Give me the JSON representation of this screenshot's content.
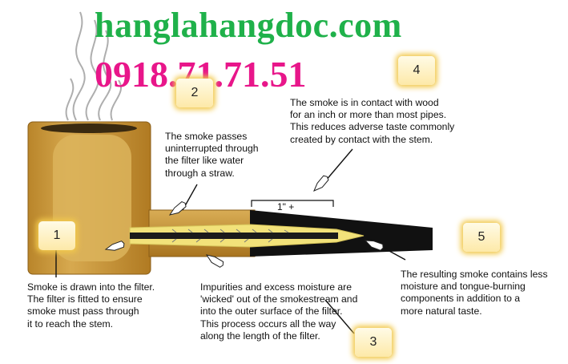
{
  "watermark": {
    "site": "hanglahangdoc.com",
    "phone": "0918.71.71.51"
  },
  "measure_label": "1\" +",
  "callouts": [
    {
      "number": "1",
      "text": "Smoke is drawn into the filter.\nThe filter is fitted to ensure\nsmoke must pass through\nit to reach the stem."
    },
    {
      "number": "2",
      "text": "The smoke passes\nuninterrupted through\nthe filter like water\nthrough a straw."
    },
    {
      "number": "3",
      "text": "Impurities and excess moisture are\n'wicked' out of the smokestream and\ninto the outer surface of the filter.\nThis process occurs all the way\nalong the length of the filter."
    },
    {
      "number": "4",
      "text": "The smoke is in contact with wood\nfor an inch or more than most pipes.\nThis reduces adverse taste commonly\ncreated by contact with the stem."
    },
    {
      "number": "5",
      "text": "The resulting smoke contains less\nmoisture and tongue-burning\ncomponents in addition to a\nmore natural taste."
    }
  ],
  "colors": {
    "wood": "#c8952f",
    "wood_light": "#dcb45c",
    "stem": "#111111",
    "filter": "#f2e27a",
    "badge_glow": "#f2c94c",
    "site_green": "#1fb14a",
    "phone_pink": "#e8168a"
  },
  "icons": [
    "pointing-hand-icon",
    "smoke-icon"
  ]
}
